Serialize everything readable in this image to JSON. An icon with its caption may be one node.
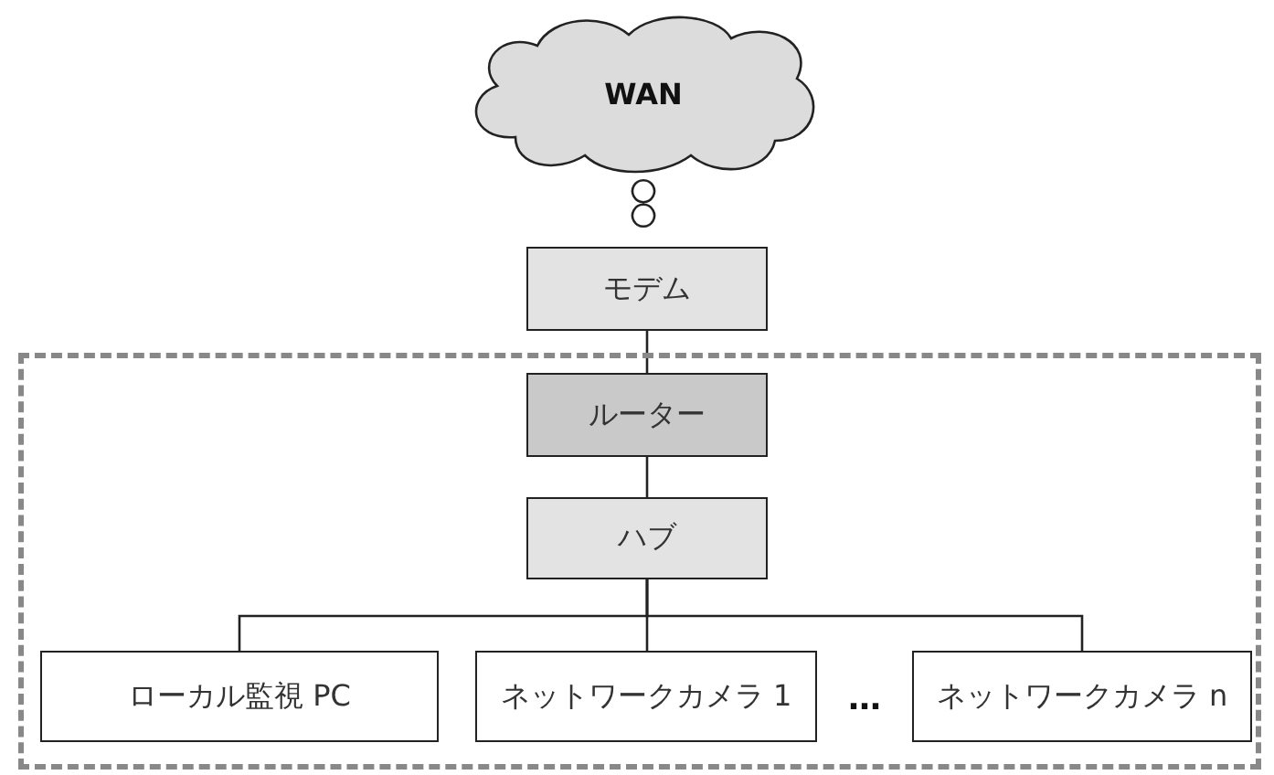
{
  "diagram": {
    "nodes": [
      {
        "text": [
          "WAN"
        ]
      },
      {
        "text": [
          "モデム"
        ]
      },
      {
        "text": [],
        "shape": "box"
      },
      {
        "text": [
          "ルーター"
        ],
        "in": 2
      },
      {
        "text": [
          "ハブ"
        ],
        "in": 2
      },
      {
        "text": [
          "ローカル監視 PC"
        ],
        "in": 2
      },
      {
        "text": [
          "ネットワークカメラ 1"
        ],
        "in": 2
      },
      {
        "text": [
          "ネットワークカメラ n"
        ],
        "in": 2
      }
    ],
    "edges": [
      {
        "from": 0,
        "to": 1,
        "arrow": "none",
        "style": "dashed"
      },
      {
        "from": 1,
        "to": 3,
        "arrow": "none"
      },
      {
        "from": 3,
        "to": 4,
        "arrow": "none"
      },
      {
        "from": 4,
        "to": 5,
        "arrow": "none"
      },
      {
        "from": 4,
        "to": 6,
        "arrow": "none"
      },
      {
        "from": 4,
        "to": 7,
        "arrow": "none"
      }
    ],
    "labels": [
      "…"
    ]
  }
}
